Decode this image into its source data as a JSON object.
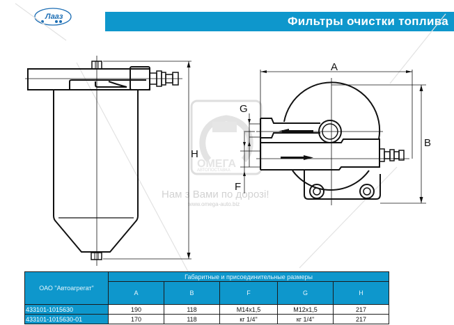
{
  "header": {
    "logo_text": "Лааз",
    "title": "Фильтры очистки топлива"
  },
  "drawing": {
    "dimension_labels": {
      "A": "A",
      "B": "B",
      "G": "G",
      "H": "H",
      "F": "F"
    },
    "watermark": {
      "brand": "ОМЕГА",
      "brand_sub": "АВТОПОСТАВКА",
      "slogan": "Нам з Вами по дорозі!",
      "url": "www.omega-auto.biz"
    }
  },
  "table": {
    "manufacturer": "ОАО \"Автоагрегат\"",
    "group_header": "Габаритные и присоединительные размеры",
    "columns": [
      "A",
      "B",
      "F",
      "G",
      "H"
    ],
    "rows": [
      {
        "part": "433101-1015630",
        "values": [
          "190",
          "118",
          "M14x1,5",
          "M12x1,5",
          "217"
        ]
      },
      {
        "part": "433101-1015630-01",
        "values": [
          "170",
          "118",
          "кг 1/4\"",
          "кг 1/4\"",
          "217"
        ]
      }
    ]
  },
  "colors": {
    "brand_blue": "#0e97cc",
    "line": "#111111"
  }
}
